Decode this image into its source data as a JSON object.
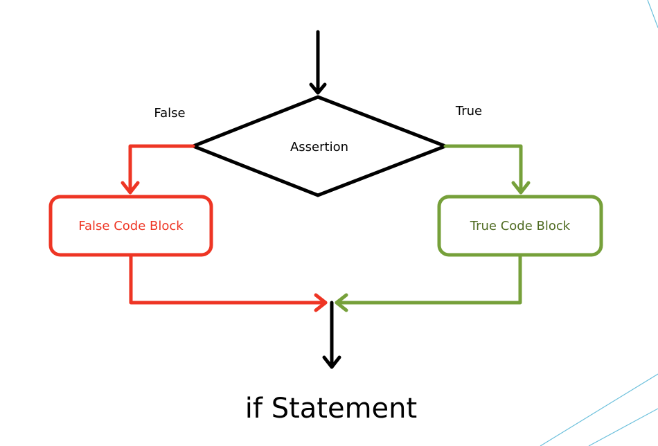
{
  "diagram": {
    "decision_label": "Assertion",
    "false_label": "False",
    "true_label": "True",
    "false_block_label": "False Code Block",
    "true_block_label": "True Code Block",
    "title": "if Statement"
  },
  "colors": {
    "false_branch": "#ee3524",
    "true_branch": "#76a03a",
    "true_text": "#4f6b22",
    "flow": "#000000",
    "decoration": "#6cc0dc"
  }
}
